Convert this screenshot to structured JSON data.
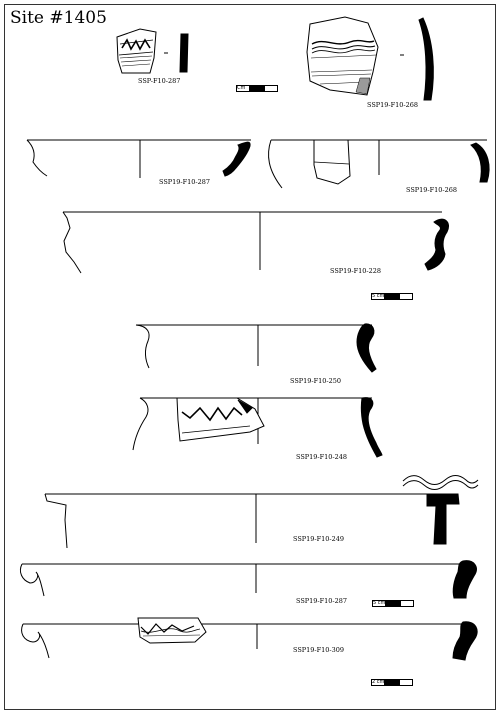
{
  "plate": {
    "site_title": "Site #1405"
  },
  "sherds": [
    {
      "id": "s1",
      "label": "SSP-F10-287"
    },
    {
      "id": "s2",
      "label": "SSP19-F10-268"
    },
    {
      "id": "s3",
      "label": "SSP19-F10-287"
    },
    {
      "id": "s4",
      "label": "SSP19-F10-268"
    },
    {
      "id": "s5",
      "label": "SSP19-F10-228"
    },
    {
      "id": "s6",
      "label": "SSP19-F10-250"
    },
    {
      "id": "s7",
      "label": "SSP19-F10-248"
    },
    {
      "id": "s8",
      "label": "SSP19-F10-249"
    },
    {
      "id": "s9",
      "label": "SSP19-F10-287"
    },
    {
      "id": "s10",
      "label": "SSP19-F10-309"
    }
  ],
  "scale_bars": [
    {
      "id": "b1",
      "label": "Cm"
    },
    {
      "id": "b2",
      "label": "5 cm"
    },
    {
      "id": "b3",
      "label": "5 cm"
    },
    {
      "id": "b4",
      "label": "2 cm"
    }
  ],
  "colors": {
    "ink": "#000000",
    "section_fill": "#000000",
    "hatch": "#9a9a9a"
  }
}
